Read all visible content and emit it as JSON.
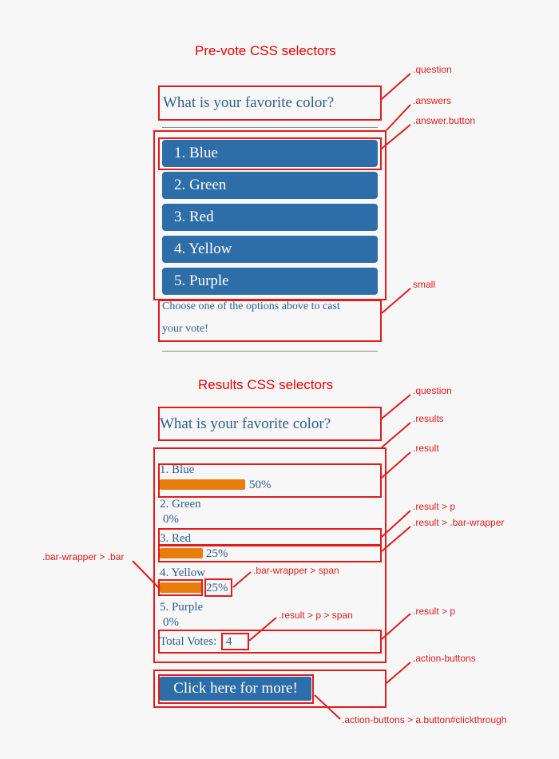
{
  "prevote": {
    "heading": "Pre-vote CSS selectors",
    "question": "What is your favorite color?",
    "answers": [
      "1. Blue",
      "2. Green",
      "3. Red",
      "4. Yellow",
      "5. Purple"
    ],
    "small_line1": "Choose one of the options above to cast",
    "small_line2": "your vote!"
  },
  "results": {
    "heading": "Results CSS selectors",
    "question": "What is your favorite color?",
    "items": [
      {
        "label": "1. Blue",
        "percent": "50%",
        "value": 0.5
      },
      {
        "label": "2. Green",
        "percent": "0%",
        "value": 0
      },
      {
        "label": "3. Red",
        "percent": "25%",
        "value": 0.25
      },
      {
        "label": "4. Yellow",
        "percent": "25%",
        "value": 0.25
      },
      {
        "label": "5. Purple",
        "percent": "0%",
        "value": 0
      }
    ],
    "total_label": "Total Votes:",
    "total_value": "4",
    "more_button": "Click here for more!"
  },
  "annotations": {
    "question": ".question",
    "answers": ".answers",
    "answer_button": ".answer.button",
    "small": "small",
    "question2": ".question",
    "results": ".results",
    "result": ".result",
    "result_p": ".result > p",
    "result_bar_wrapper": ".result > .bar-wrapper",
    "bar_wrapper_bar": ".bar-wrapper > .bar",
    "bar_wrapper_span": ".bar-wrapper > span",
    "result_p_span": ".result > p > span",
    "result_p2": ".result > p",
    "action_buttons": ".action-buttons",
    "clickthrough": ".action-buttons > a.button#clickthrough"
  },
  "colors": {
    "annotation": "#e31b1b",
    "button": "#2e6ea8",
    "bar": "#e77d0a",
    "text": "#2f5f8f"
  }
}
